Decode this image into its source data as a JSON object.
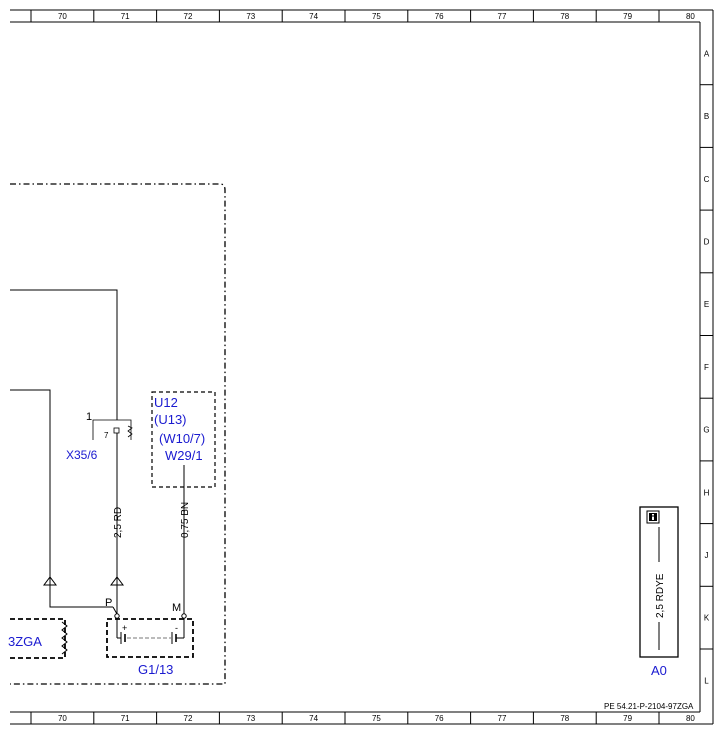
{
  "grid": {
    "columns": [
      "70",
      "71",
      "72",
      "73",
      "74",
      "75",
      "76",
      "77",
      "78",
      "79",
      "80"
    ],
    "rows": [
      "A",
      "B",
      "C",
      "D",
      "E",
      "F",
      "G",
      "H",
      "J",
      "K",
      "L"
    ]
  },
  "components": {
    "connector_pin": "1",
    "connector_inner_pin": "7",
    "connector_label": "X35/6",
    "module_u12": "U12",
    "module_u13": "(U13)",
    "ground_w10": "(W10/7)",
    "ground_w29": "W29/1",
    "battery_label": "G1/13",
    "battery_pos_terminal": "P",
    "battery_neg_terminal": "M",
    "battery_plus": "+",
    "battery_minus": "-",
    "left_module_partial": "3ZGA",
    "legend_label": "A0"
  },
  "wires": {
    "wire_rd": "2,5 RD",
    "wire_bn": "0,75 BN",
    "wire_rdye": "2,5 RDYE"
  },
  "footer": {
    "document_code": "PE 54.21-P-2104-97ZGA"
  }
}
